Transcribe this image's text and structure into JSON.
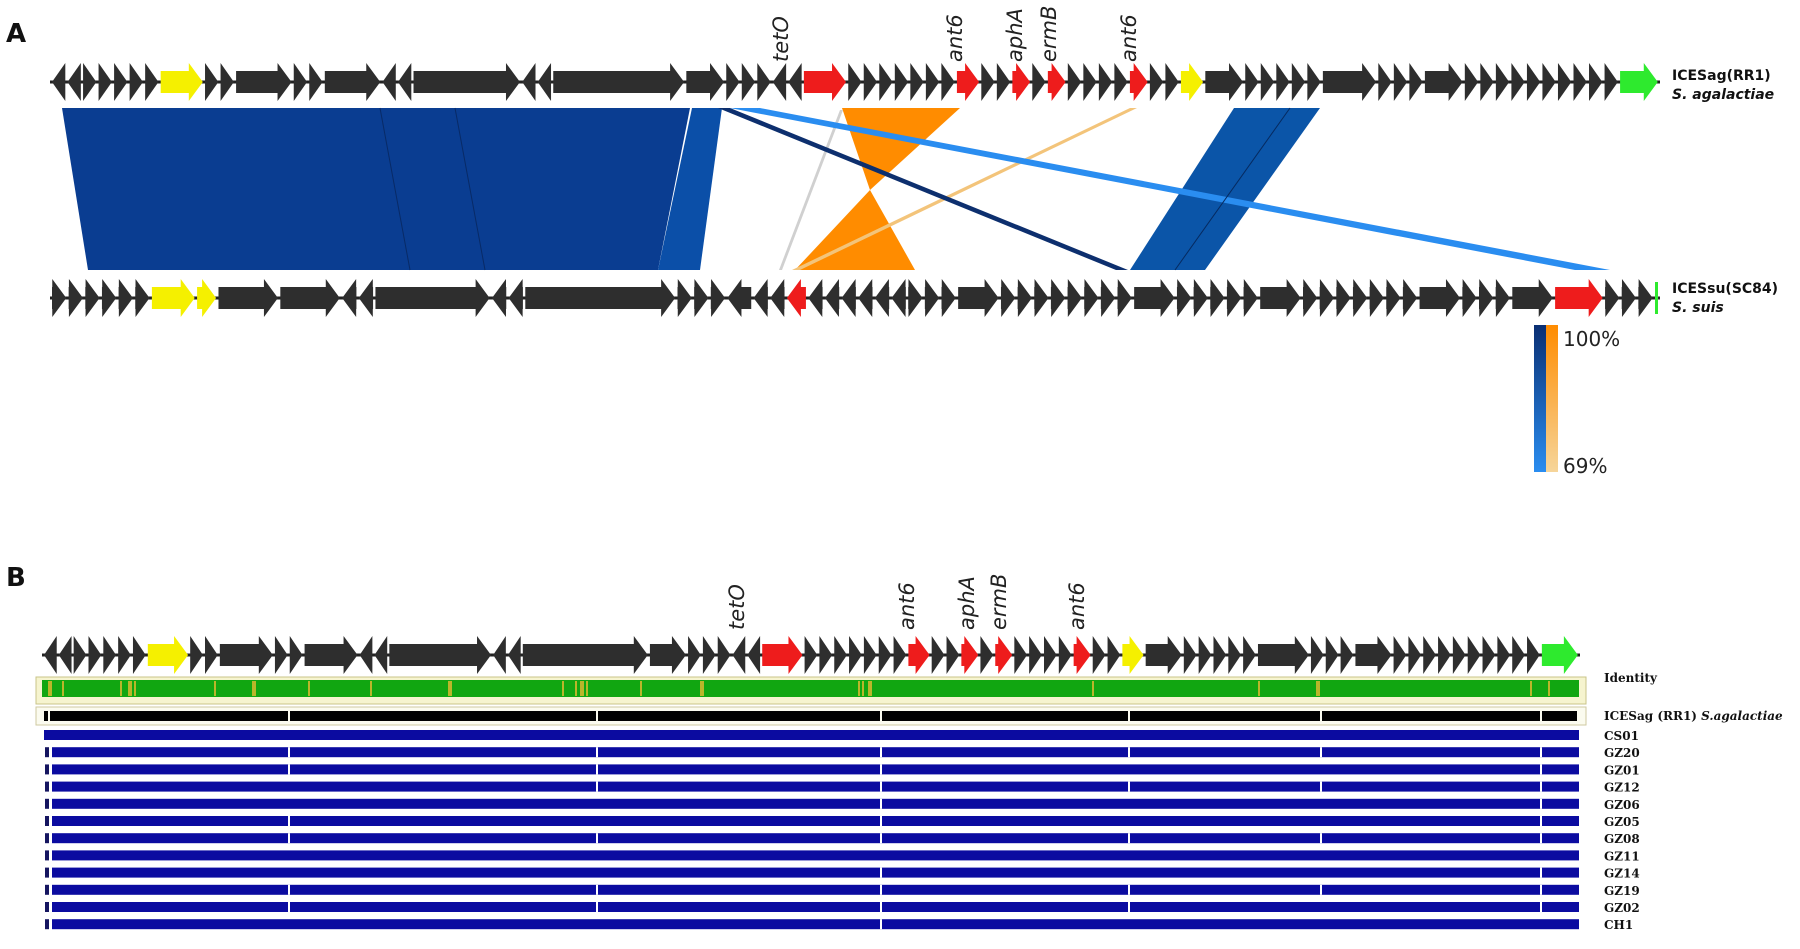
{
  "panels": {
    "a": {
      "letter": "A"
    },
    "b": {
      "letter": "B"
    }
  },
  "colors": {
    "gene": "#2e2e2e",
    "resistance": "#ee1c1c",
    "yellow_gene": "#f5f000",
    "green_gene": "#2eea2e",
    "forward_match": "#0a3d91",
    "forward_match_light": "#2a8df0",
    "inverted_match": "#ff8c00",
    "inverted_match_light": "#f3c47a",
    "identity_green": "#11a611",
    "reference_bar": "#000000",
    "isolate_bar": "#0b0ba0"
  },
  "panel_a": {
    "top_track": {
      "name": "ICESag(RR1)",
      "organism": "S. agalactiae",
      "gene_labels": [
        "tetO",
        "ant6",
        "aphA",
        "ermB",
        "ant6"
      ]
    },
    "bottom_track": {
      "name": "ICESsu(SC84)",
      "organism": "S. suis"
    },
    "identity_scale": {
      "max_label": "100%",
      "min_label": "69%",
      "range_percent": [
        69,
        100
      ]
    }
  },
  "panel_b": {
    "gene_labels": [
      "tetO",
      "ant6",
      "aphA",
      "ermB",
      "ant6"
    ],
    "identity_label": "Identity",
    "reference": {
      "name": "ICESag (RR1)",
      "organism": "S.agalactiae"
    },
    "isolates": [
      "CS01",
      "GZ20",
      "GZ01",
      "GZ12",
      "GZ06",
      "GZ05",
      "GZ08",
      "GZ11",
      "GZ14",
      "GZ19",
      "GZ02",
      "CH1"
    ]
  }
}
